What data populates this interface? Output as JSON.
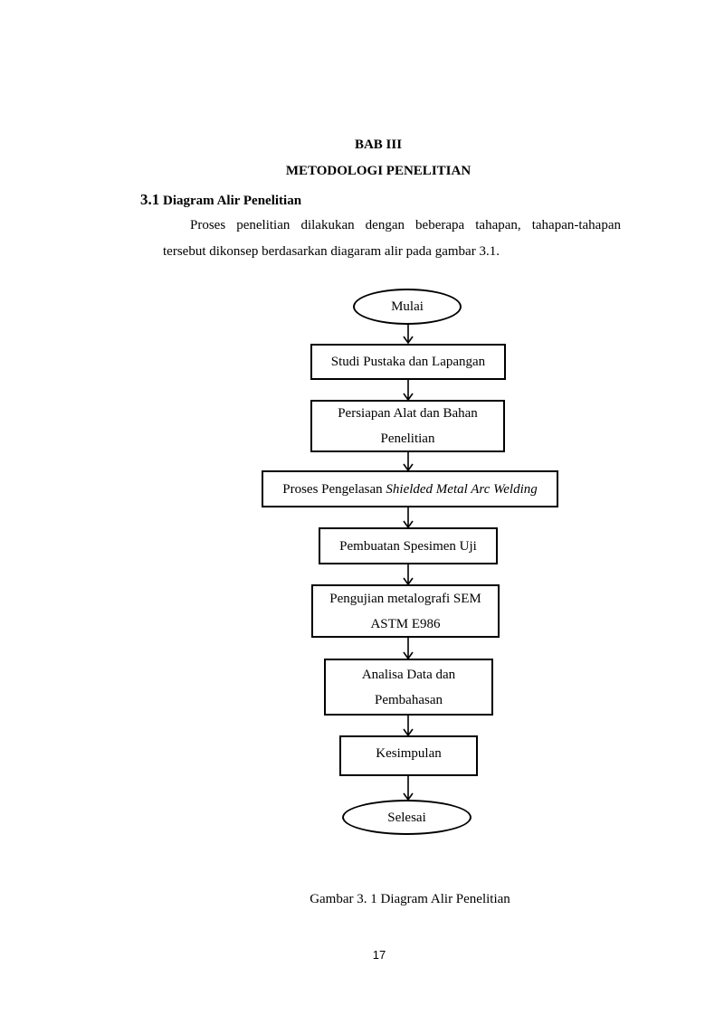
{
  "heading": {
    "chapter": "BAB III",
    "title": "METODOLOGI PENELITIAN"
  },
  "section": {
    "number": "3.1",
    "title": "Diagram Alir Penelitian"
  },
  "paragraph": {
    "line1": "Proses penelitian dilakukan dengan beberapa tahapan, tahapan-tahapan",
    "line2": "tersebut dikonsep berdasarkan diagaram alir pada gambar 3.1."
  },
  "flowchart": {
    "start": "Mulai",
    "steps": [
      {
        "line1": "Studi Pustaka dan Lapangan"
      },
      {
        "line1": "Persiapan Alat dan Bahan",
        "line2": "Penelitian"
      },
      {
        "line1": "Proses Pengelasan ",
        "line1_italic": "Shielded Metal Arc Welding"
      },
      {
        "line1": "Pembuatan Spesimen Uji"
      },
      {
        "line1": "Pengujian metalografi SEM",
        "line2": "ASTM E986"
      },
      {
        "line1": "Analisa Data dan",
        "line2": "Pembahasan"
      },
      {
        "line1": "Kesimpulan"
      }
    ],
    "end": "Selesai"
  },
  "caption": "Gambar 3. 1 Diagram Alir Penelitian",
  "page_number": "17"
}
